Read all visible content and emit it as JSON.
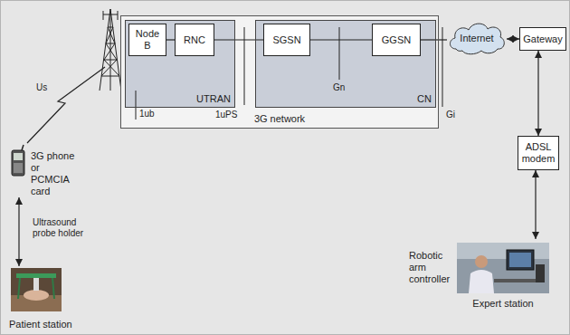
{
  "diagram": {
    "nodes": [
      {
        "text": [
          "3G network"
        ]
      },
      {
        "text": [
          "UTRAN"
        ],
        "in": 0
      },
      {
        "text": [
          "Node B"
        ],
        "in": 1
      },
      {
        "text": [
          "RNC"
        ],
        "in": 1
      },
      {
        "text": [
          "CN"
        ],
        "in": 0
      },
      {
        "text": [
          "SGSN"
        ],
        "in": 4
      },
      {
        "text": [
          "GGSN"
        ],
        "in": 4
      },
      {
        "text": [
          "Internet"
        ]
      },
      {
        "text": [
          "Gateway"
        ]
      },
      {
        "text": [
          "ADSL modem"
        ]
      },
      {
        "text": [
          "3G phone or PCMCIA card"
        ]
      },
      {
        "text": [
          "Patient station"
        ]
      },
      {
        "text": [
          "Robotic arm controller",
          "Expert station"
        ]
      }
    ],
    "edges": [
      {
        "from": 2,
        "to": 3,
        "arrow": "none"
      },
      {
        "from": 3,
        "to": 5,
        "arrow": "none"
      },
      {
        "from": 5,
        "to": 6,
        "arrow": "none"
      },
      {
        "from": 6,
        "to": 7,
        "arrow": "none"
      },
      {
        "from": 7,
        "to": 8,
        "arrow": "both"
      },
      {
        "from": 8,
        "to": 9,
        "arrow": "both"
      },
      {
        "from": 9,
        "to": 12,
        "arrow": "both"
      },
      {
        "from": 10,
        "to": 11,
        "arrow": "both"
      }
    ],
    "labels": [
      "Us",
      "1ub",
      "1uPS",
      "Gn",
      "Gi",
      "Ultrasound probe holder"
    ]
  }
}
